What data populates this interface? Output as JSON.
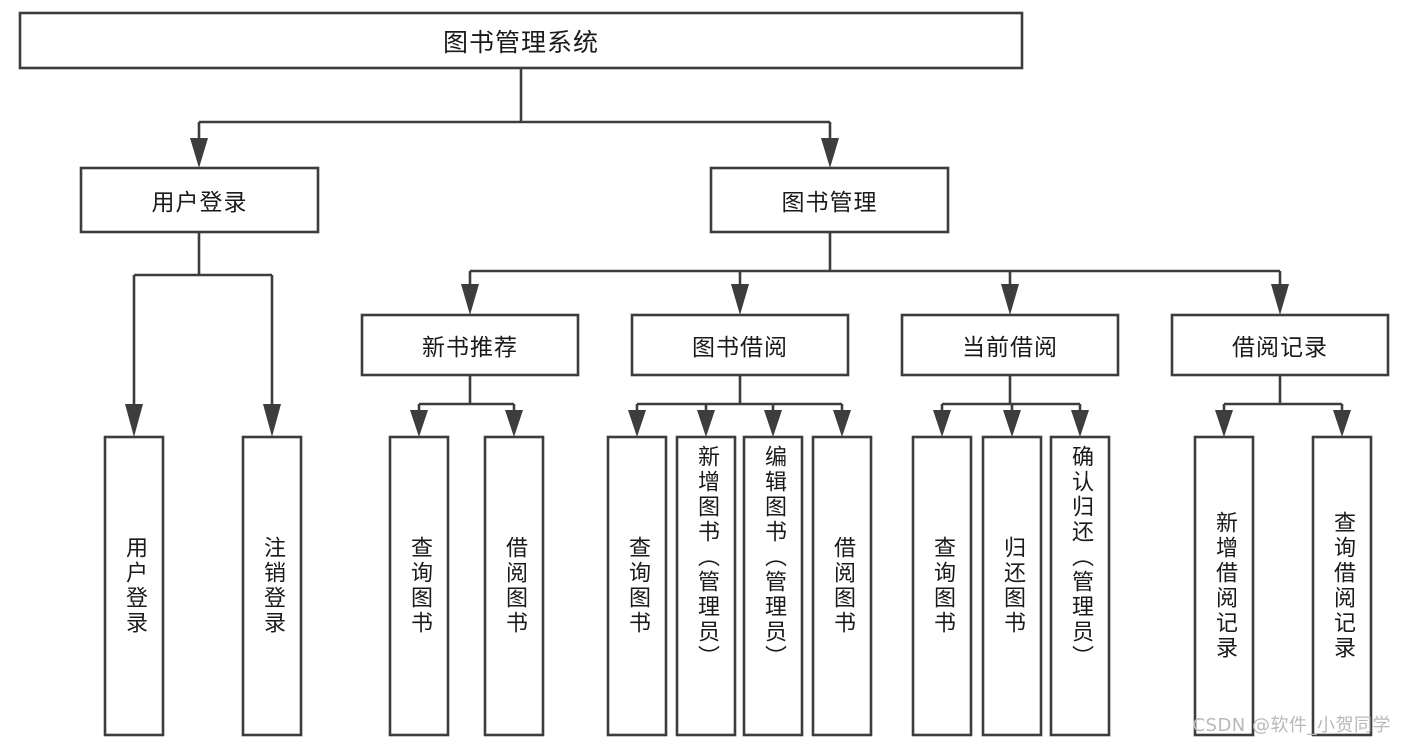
{
  "diagram": {
    "type": "tree-hierarchy",
    "title": "图书管理系统",
    "orientation": "top-down",
    "colors": {
      "box_stroke": "#3d3d3d",
      "box_fill": "#ffffff",
      "text": "#1a1a1a",
      "connector": "#3d3d3d",
      "watermark": "#b9b9b9",
      "background": "#ffffff"
    },
    "root": {
      "label": "图书管理系统"
    },
    "level2": [
      {
        "label": "用户登录"
      },
      {
        "label": "图书管理"
      }
    ],
    "level3": [
      {
        "label": "新书推荐"
      },
      {
        "label": "图书借阅"
      },
      {
        "label": "当前借阅"
      },
      {
        "label": "借阅记录"
      }
    ],
    "leaves_user_login": [
      {
        "label": "用户登录"
      },
      {
        "label": "注销登录"
      }
    ],
    "leaves_new_book": [
      {
        "label": "查询图书"
      },
      {
        "label": "借阅图书"
      }
    ],
    "leaves_borrow": [
      {
        "label": "查询图书"
      },
      {
        "label": "新增图书（管理员）"
      },
      {
        "label": "编辑图书（管理员）"
      },
      {
        "label": "借阅图书"
      }
    ],
    "leaves_current": [
      {
        "label": "查询图书"
      },
      {
        "label": "归还图书"
      },
      {
        "label": "确认归还（管理员）"
      }
    ],
    "leaves_record": [
      {
        "label": "新增借阅记录"
      },
      {
        "label": "查询借阅记录"
      }
    ]
  },
  "watermark": {
    "text": "CSDN @软件_小贺同学"
  }
}
